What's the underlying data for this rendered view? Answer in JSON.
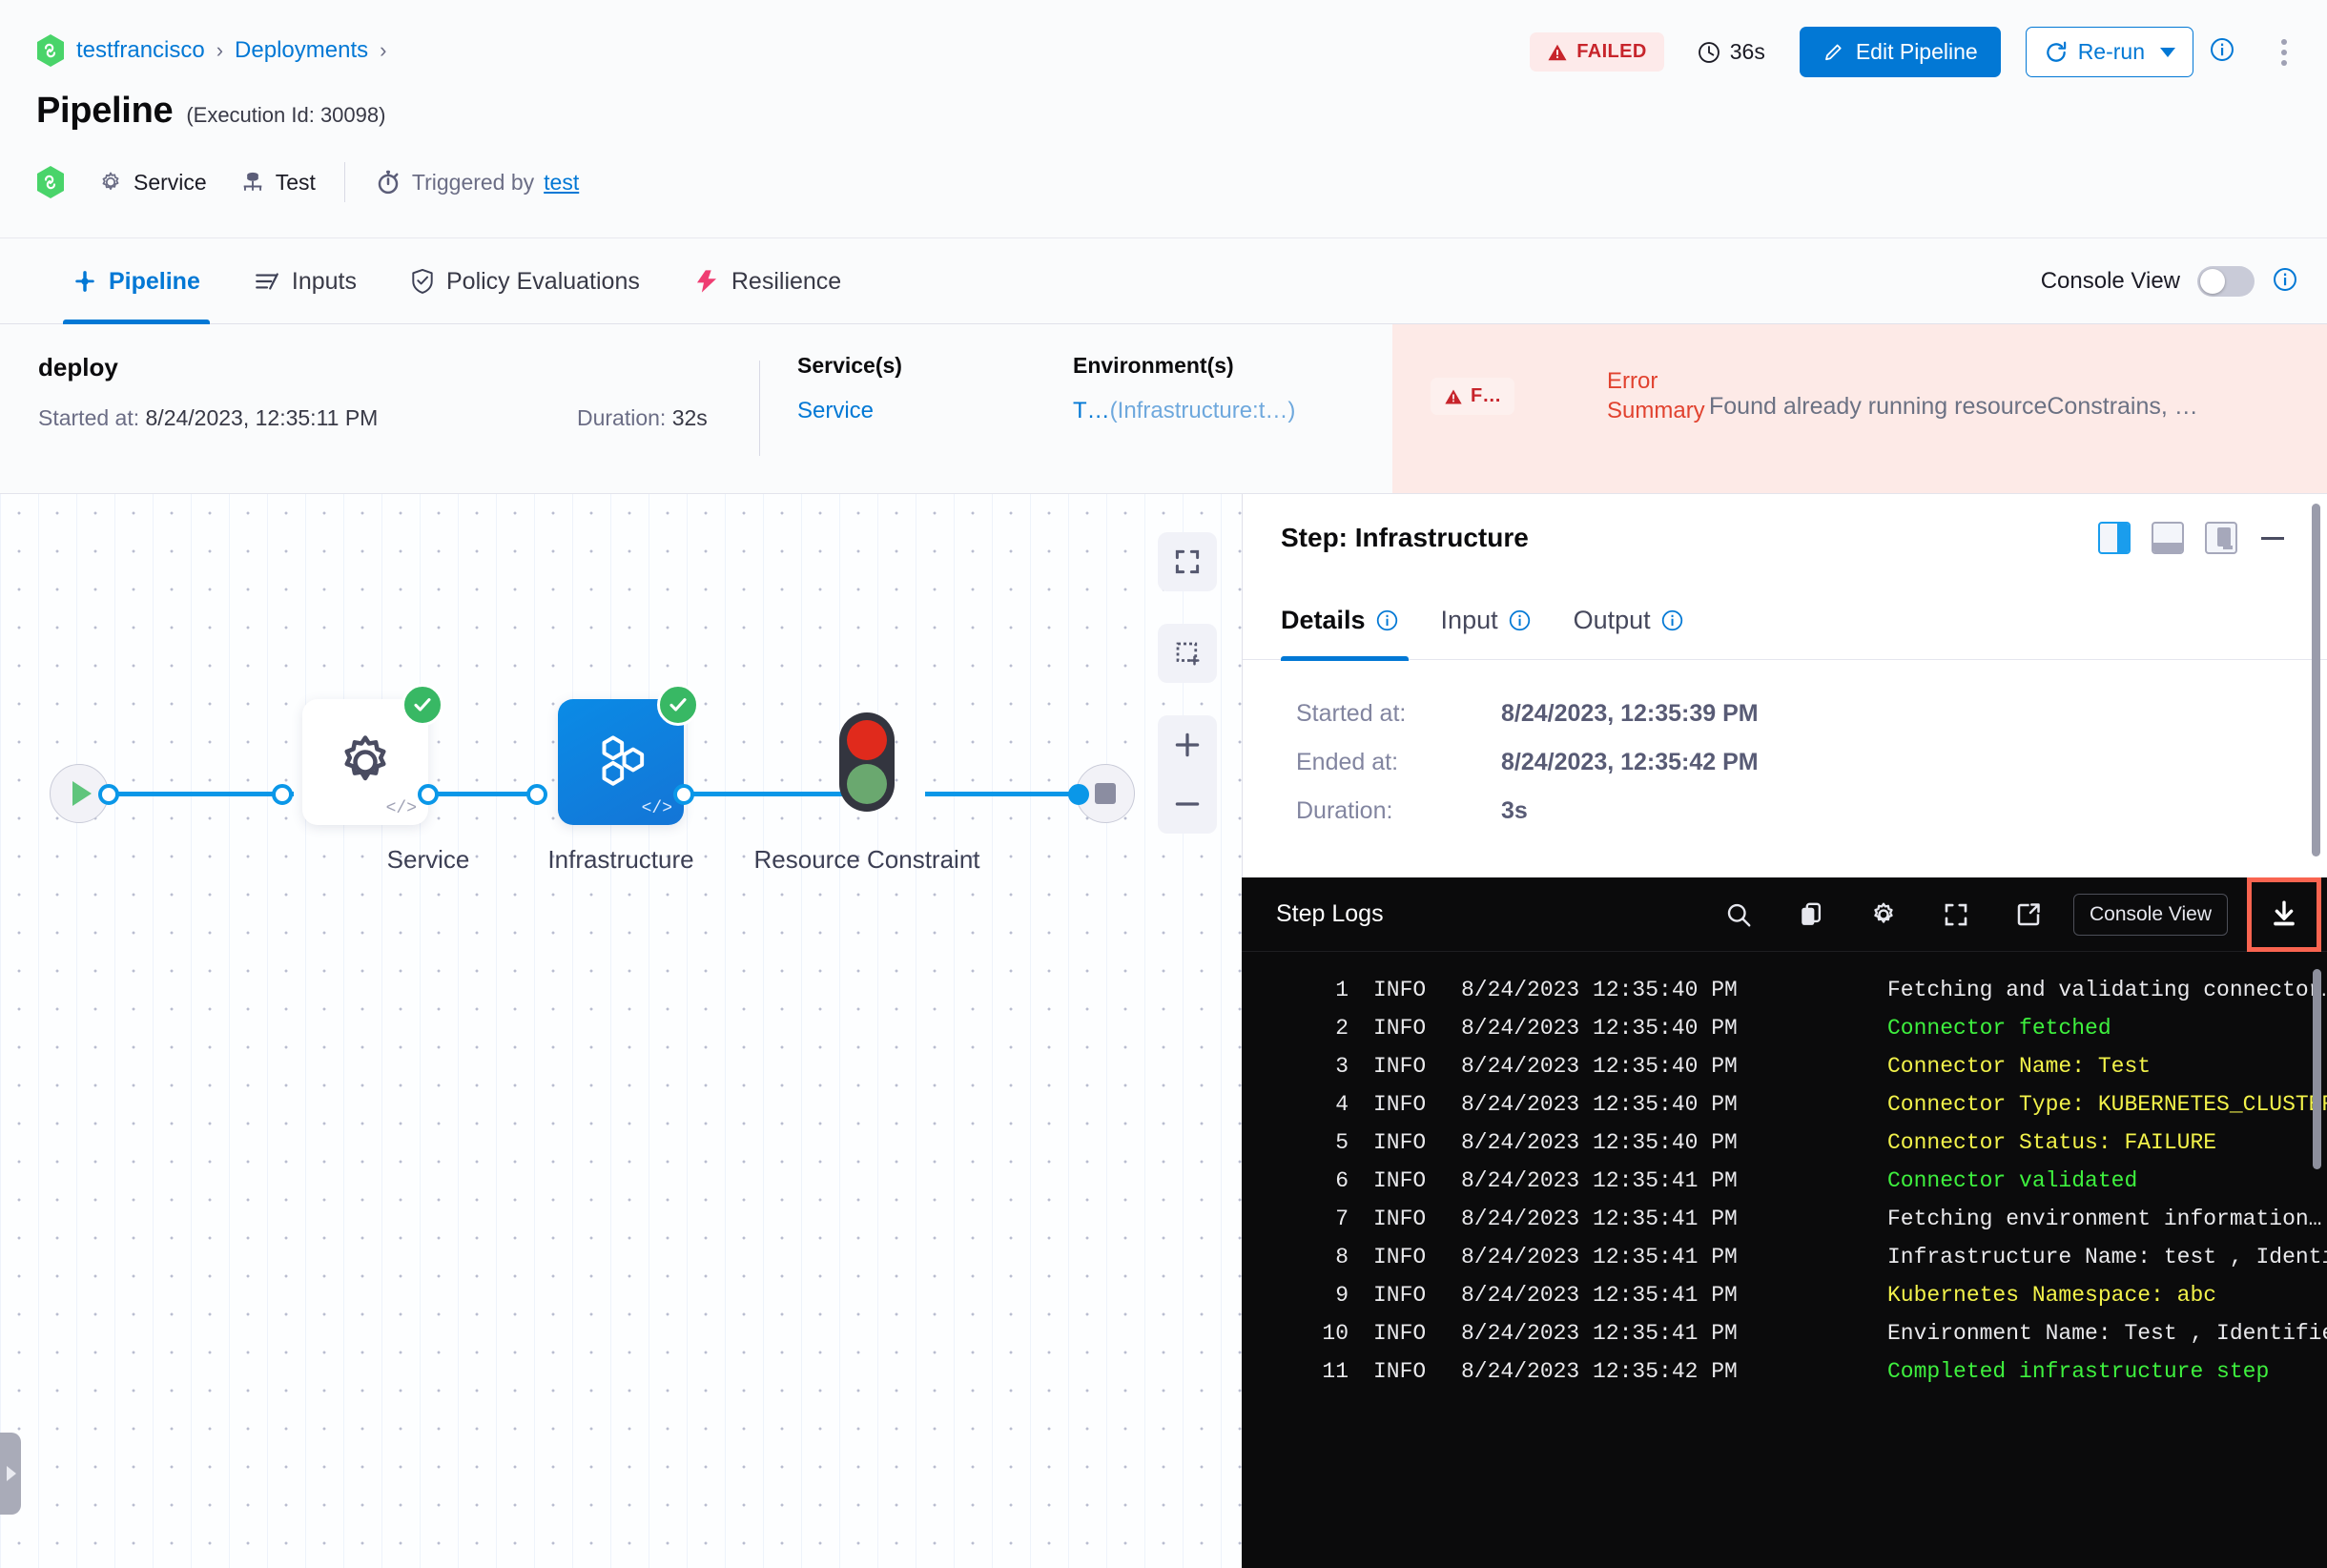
{
  "header": {
    "breadcrumb": [
      {
        "label": "testfrancisco",
        "icon": "harness-hex-icon"
      },
      {
        "label": "Deployments"
      }
    ],
    "breadcrumb_separator": "›",
    "title": "Pipeline",
    "title_suffix": "(Execution Id: 30098)",
    "meta": {
      "service_label": "Service",
      "service_icon": "gear-icon",
      "env_label": "Test",
      "env_icon": "infrastructure-icon",
      "trigger_icon": "stopwatch-icon",
      "trigger_prefix": "Triggered by",
      "trigger_user": "test"
    },
    "status_badge": {
      "label": "FAILED",
      "icon": "warning-triangle-icon",
      "color": "#c7242b",
      "bg": "#fdeaea"
    },
    "duration": {
      "label": "36s",
      "icon": "clock-icon"
    },
    "edit_button": {
      "label": "Edit Pipeline",
      "icon": "pencil-icon"
    },
    "rerun_button": {
      "label": "Re-run",
      "icon": "refresh-icon",
      "has_caret": true
    },
    "info_icon": "info-icon",
    "more_menu_icon": "kebab-menu-icon"
  },
  "tabs": [
    {
      "label": "Pipeline",
      "icon": "pipeline-icon",
      "active": true
    },
    {
      "label": "Inputs",
      "icon": "inputs-icon",
      "active": false
    },
    {
      "label": "Policy Evaluations",
      "icon": "shield-check-icon",
      "active": false
    },
    {
      "label": "Resilience",
      "icon": "resilience-icon",
      "active": false
    }
  ],
  "console_view_toggle": {
    "label": "Console View",
    "on": false,
    "info_icon": "info-icon"
  },
  "summary": {
    "stage_name": "deploy",
    "started_key": "Started at:",
    "started_value": "8/24/2023, 12:35:11 PM",
    "duration_key": "Duration:",
    "duration_value": "32s",
    "services_header": "Service(s)",
    "services_value": "Service",
    "environments_header": "Environment(s)",
    "environments_value": "T…",
    "environments_detail": "(Infrastructure:t…)",
    "error_badge": "F…",
    "error_label": "Error Summary",
    "error_text": "Found already running resourceConstrains, …"
  },
  "canvas": {
    "nodes": [
      {
        "name": "start-node",
        "label": "",
        "icon": "play-icon",
        "type": "start"
      },
      {
        "name": "service-node",
        "label": "Service",
        "icon": "gear-icon",
        "status": "success",
        "type": "card"
      },
      {
        "name": "infrastructure-node",
        "label": "Infrastructure",
        "icon": "hexagons-icon",
        "status": "success",
        "type": "card",
        "selected": true
      },
      {
        "name": "resource-constraint-node",
        "label": "Resource Constraint",
        "icon": "traffic-light-icon",
        "type": "barrier"
      },
      {
        "name": "end-node",
        "label": "",
        "icon": "stop-square-icon",
        "type": "end"
      }
    ],
    "controls": [
      {
        "name": "fit-to-screen-button",
        "icon": "expand-icon"
      },
      {
        "name": "selection-box-button",
        "icon": "marquee-select-icon"
      },
      {
        "name": "zoom-in-button",
        "icon": "plus-icon"
      },
      {
        "name": "zoom-out-button",
        "icon": "minus-icon"
      }
    ],
    "drawer_handle_icon": "chevron-right-icon"
  },
  "detail_panel": {
    "title": "Step: Infrastructure",
    "layout_icons": [
      {
        "name": "dock-right-icon",
        "active": true
      },
      {
        "name": "dock-bottom-icon",
        "active": false
      },
      {
        "name": "float-panel-icon",
        "active": false
      }
    ],
    "minimize_icon": "minimize-icon",
    "tabs": [
      {
        "label": "Details",
        "active": true,
        "info_icon": "info-icon"
      },
      {
        "label": "Input",
        "active": false,
        "info_icon": "info-icon"
      },
      {
        "label": "Output",
        "active": false,
        "info_icon": "info-icon"
      }
    ],
    "fields": [
      {
        "key": "Started at:",
        "value": "8/24/2023, 12:35:39 PM"
      },
      {
        "key": "Ended at:",
        "value": "8/24/2023, 12:35:42 PM"
      },
      {
        "key": "Duration:",
        "value": "3s"
      }
    ]
  },
  "logs": {
    "title": "Step Logs",
    "tools": [
      {
        "name": "search-icon"
      },
      {
        "name": "copy-icon"
      },
      {
        "name": "gear-icon"
      },
      {
        "name": "fullscreen-icon"
      },
      {
        "name": "open-external-icon"
      }
    ],
    "console_button": "Console View",
    "download_button": {
      "name": "download-icon",
      "highlighted": true,
      "highlight_color": "#f96450"
    },
    "lines": [
      {
        "n": "1",
        "level": "INFO",
        "time": "8/24/2023 12:35:40 PM",
        "msg": "Fetching and validating connector…",
        "color": "white"
      },
      {
        "n": "2",
        "level": "INFO",
        "time": "8/24/2023 12:35:40 PM",
        "msg": "Connector fetched",
        "color": "green"
      },
      {
        "n": "3",
        "level": "INFO",
        "time": "8/24/2023 12:35:40 PM",
        "msg": "Connector Name: Test",
        "color": "yellow"
      },
      {
        "n": "4",
        "level": "INFO",
        "time": "8/24/2023 12:35:40 PM",
        "msg": "Connector Type: KUBERNETES_CLUSTER",
        "color": "yellow"
      },
      {
        "n": "5",
        "level": "INFO",
        "time": "8/24/2023 12:35:40 PM",
        "msg": "Connector Status: FAILURE",
        "color": "yellow"
      },
      {
        "n": "6",
        "level": "INFO",
        "time": "8/24/2023 12:35:41 PM",
        "msg": "Connector validated",
        "color": "green"
      },
      {
        "n": "7",
        "level": "INFO",
        "time": "8/24/2023 12:35:41 PM",
        "msg": "Fetching environment information…",
        "color": "white"
      },
      {
        "n": "8",
        "level": "INFO",
        "time": "8/24/2023 12:35:41 PM",
        "msg": "Infrastructure Name: test , Identifier:",
        "color": "white"
      },
      {
        "n": "9",
        "level": "INFO",
        "time": "8/24/2023 12:35:41 PM",
        "msg": "Kubernetes Namespace: abc",
        "color": "yellow"
      },
      {
        "n": "10",
        "level": "INFO",
        "time": "8/24/2023 12:35:41 PM",
        "msg": "Environment Name: Test , Identifier: Te",
        "color": "white"
      },
      {
        "n": "11",
        "level": "INFO",
        "time": "8/24/2023 12:35:42 PM",
        "msg": "Completed infrastructure step",
        "color": "green"
      }
    ]
  }
}
